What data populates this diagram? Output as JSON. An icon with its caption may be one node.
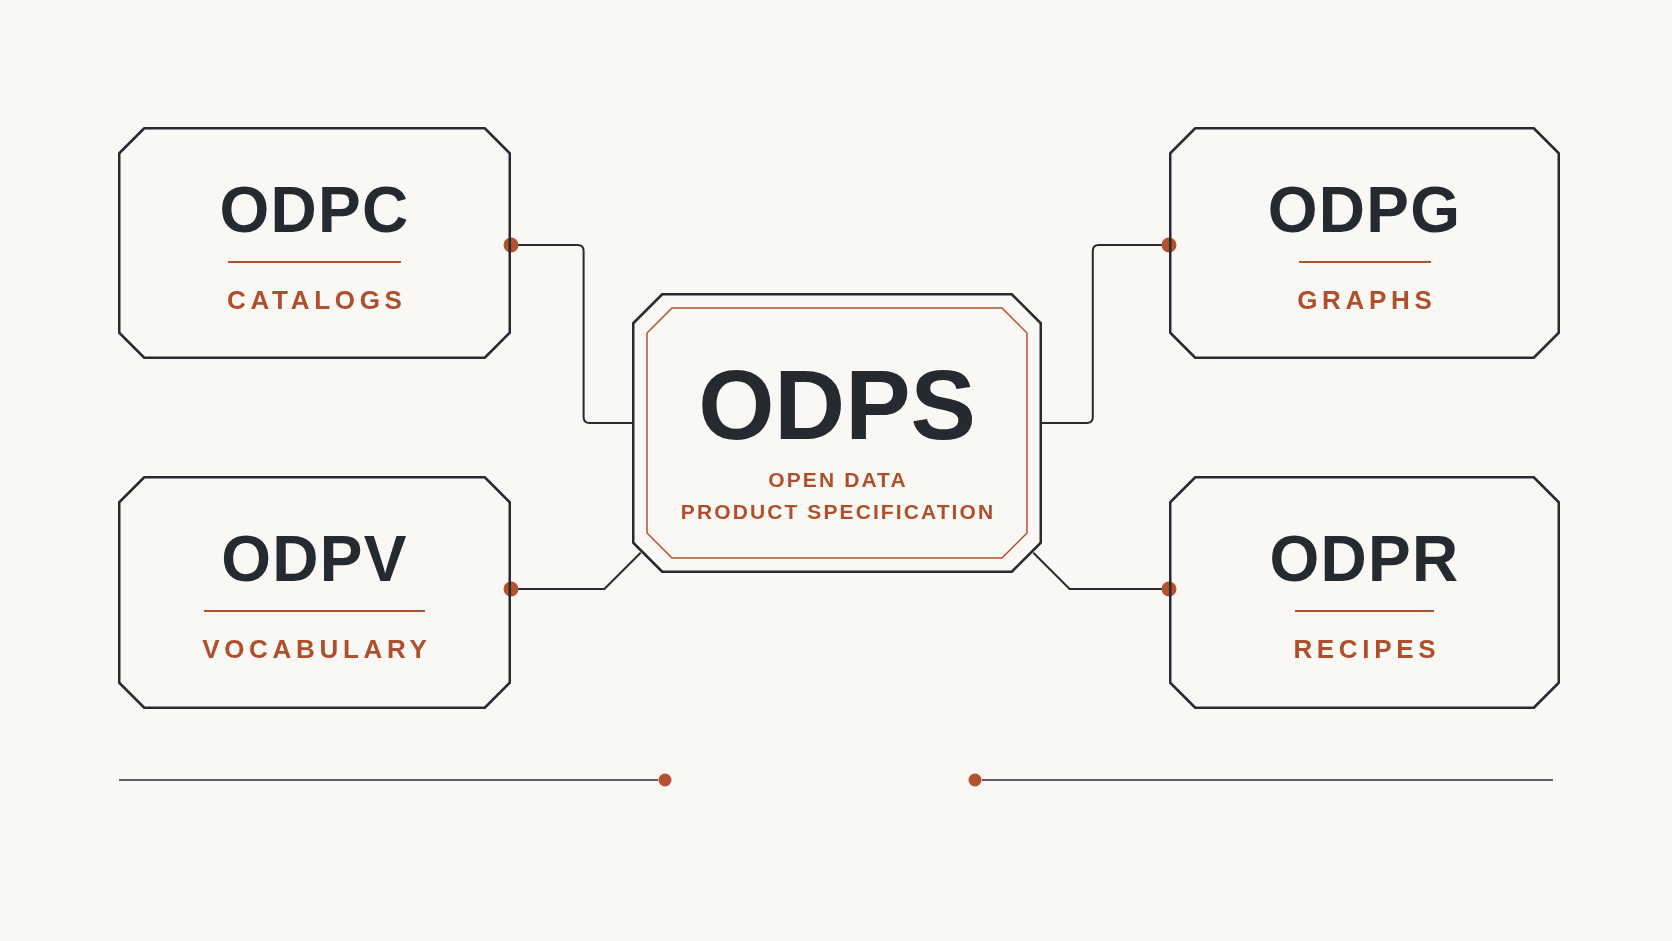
{
  "diagram": {
    "nodes": [
      {
        "text": [
          "ODPC",
          "CATALOGS"
        ]
      },
      {
        "text": [
          "ODPG",
          "GRAPHS"
        ]
      },
      {
        "text": [
          "ODPS",
          "OPEN DATA PRODUCT SPECIFICATION"
        ]
      },
      {
        "text": [
          "ODPV",
          "VOCABULARY"
        ]
      },
      {
        "text": [
          "ODPR",
          "RECIPES"
        ]
      }
    ],
    "edges": [
      {
        "from": 0,
        "to": 2,
        "arrow": "other"
      },
      {
        "from": 1,
        "to": 2,
        "arrow": "other"
      },
      {
        "from": 3,
        "to": 2,
        "arrow": "other"
      },
      {
        "from": 4,
        "to": 2,
        "arrow": "other"
      }
    ]
  }
}
